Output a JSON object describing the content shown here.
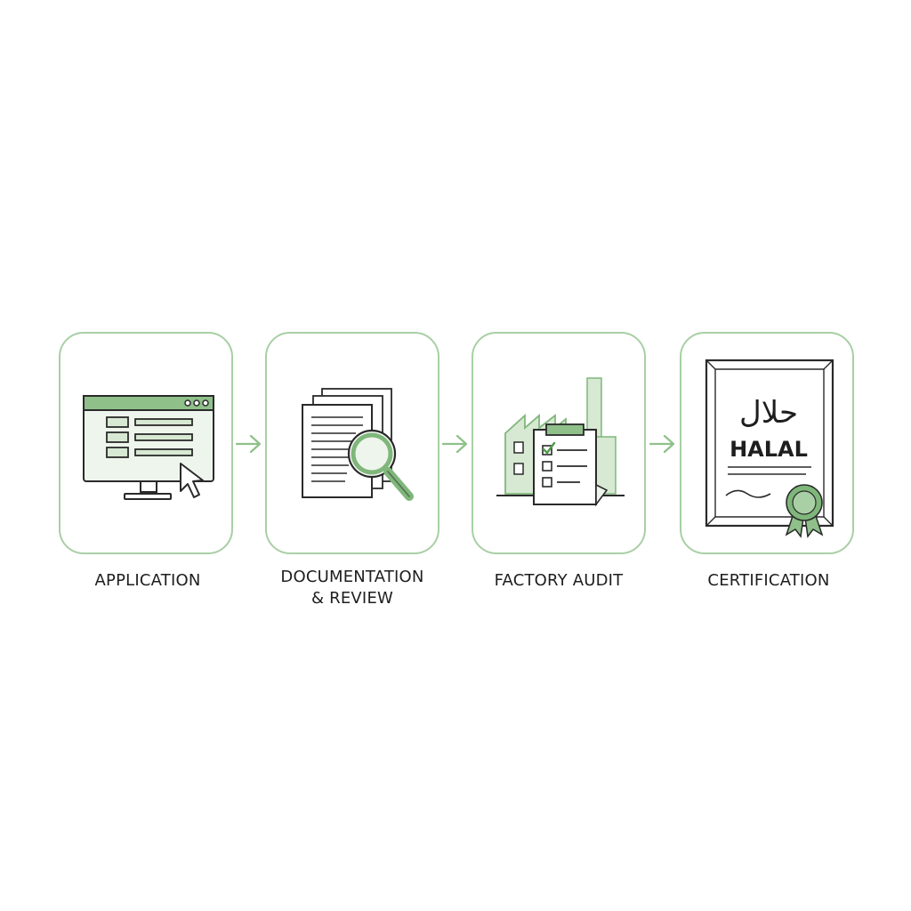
{
  "steps": [
    {
      "label": "APPLICATION",
      "icon": "computer-form-icon"
    },
    {
      "label_lines": [
        "DOCUMENTATION",
        "& REVIEW"
      ],
      "icon": "documents-magnifier-icon"
    },
    {
      "label": "FACTORY AUDIT",
      "icon": "factory-checklist-icon"
    },
    {
      "label": "CERTIFICATION",
      "icon": "halal-certificate-icon"
    }
  ],
  "certificate": {
    "arabic": "حلال",
    "latin": "HALAL"
  },
  "colors": {
    "accent": "#7fb77a",
    "accent_light": "#d7e8d3",
    "border": "#a9cfa5",
    "stroke": "#2a2a2a",
    "text": "#1e1e1e"
  }
}
